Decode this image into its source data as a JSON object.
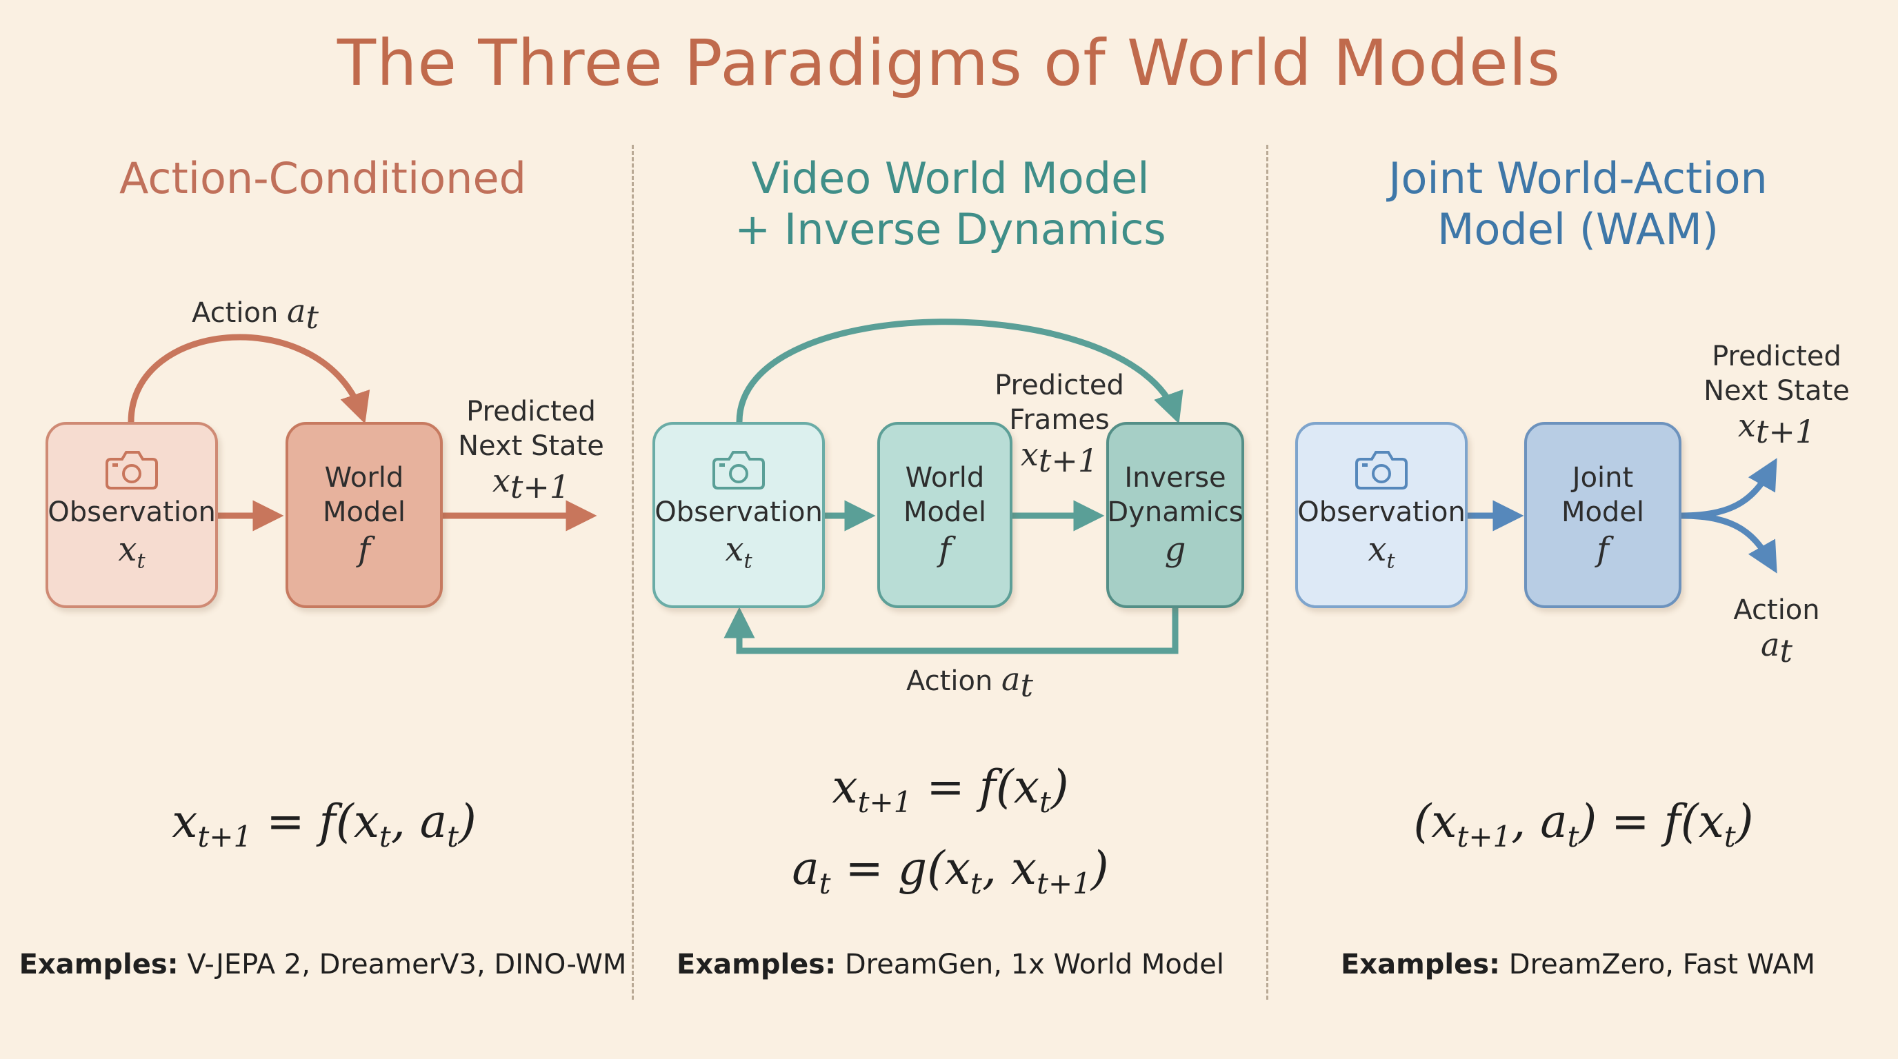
{
  "title": "The Three Paradigms of World Models",
  "panels": [
    {
      "title_line1": "Action-Conditioned",
      "title_line2": "",
      "observation": {
        "label": "Observation",
        "var": "x",
        "sub": "t"
      },
      "model": {
        "line1": "World",
        "line2": "Model",
        "var": "f"
      },
      "action_label": "Action",
      "action_var": "a",
      "action_sub": "t",
      "output_line1": "Predicted",
      "output_line2": "Next State",
      "output_var": "x",
      "output_sub": "t+1",
      "equation": {
        "lhs_var": "x",
        "lhs_sub": "t+1",
        "rhs": "= f(x",
        "rhs_sub1": "t",
        "rhs_mid": ", a",
        "rhs_sub2": "t",
        "rhs_end": ")"
      },
      "examples_label": "Examples:",
      "examples_text": "V-JEPA 2, DreamerV3, DINO-WM",
      "color": "#c8765c"
    },
    {
      "title_line1": "Video World Model",
      "title_line2": "+ Inverse Dynamics",
      "observation": {
        "label": "Observation",
        "var": "x",
        "sub": "t"
      },
      "model": {
        "line1": "World",
        "line2": "Model",
        "var": "f"
      },
      "inverse": {
        "line1": "Inverse",
        "line2": "Dynamics",
        "var": "g"
      },
      "frames_line1": "Predicted",
      "frames_line2": "Frames",
      "frames_var": "x",
      "frames_sub": "t+1",
      "action_label": "Action",
      "action_var": "a",
      "action_sub": "t",
      "equation1": {
        "lhs_var": "x",
        "lhs_sub": "t+1",
        "rhs": "= f(x",
        "rhs_sub": "t",
        "rhs_end": ")"
      },
      "equation2": {
        "lhs_var": "a",
        "lhs_sub": "t",
        "rhs": "= g(x",
        "rhs_sub1": "t",
        "rhs_mid": ", x",
        "rhs_sub2": "t+1",
        "rhs_end": ")"
      },
      "examples_label": "Examples:",
      "examples_text": "DreamGen, 1x World Model",
      "color": "#5a9f97"
    },
    {
      "title_line1": "Joint World-Action",
      "title_line2": "Model (WAM)",
      "observation": {
        "label": "Observation",
        "var": "x",
        "sub": "t"
      },
      "model": {
        "line1": "Joint",
        "line2": "Model",
        "var": "f"
      },
      "output_line1": "Predicted",
      "output_line2": "Next State",
      "output_var": "x",
      "output_sub": "t+1",
      "action_label": "Action",
      "action_var": "a",
      "action_sub": "t",
      "equation": {
        "open": "(x",
        "sub1": "t+1",
        "mid": ", a",
        "sub2": "t",
        "close": ") = f(x",
        "sub3": "t",
        "end": ")"
      },
      "examples_label": "Examples:",
      "examples_text": "DreamZero, Fast WAM",
      "color": "#5688bb"
    }
  ],
  "icons": [
    "camera-icon"
  ]
}
